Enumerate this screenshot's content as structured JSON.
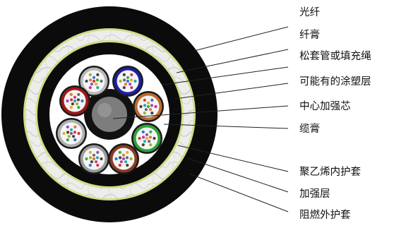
{
  "diagram": {
    "labels": [
      {
        "id": "fiber",
        "text": "光纤"
      },
      {
        "id": "fiber-gel",
        "text": "纤膏"
      },
      {
        "id": "loose-tube",
        "text": "松套管或填充绳"
      },
      {
        "id": "possible-coating",
        "text": "可能有的涂塑层"
      },
      {
        "id": "central-strength",
        "text": "中心加强芯"
      },
      {
        "id": "cable-gel",
        "text": "缆膏"
      },
      {
        "id": "inner-sheath",
        "text": "聚乙烯内护套"
      },
      {
        "id": "strength-layer",
        "text": "加强层"
      },
      {
        "id": "outer-sheath",
        "text": "阻燃外护套"
      }
    ],
    "colors": {
      "sheath": "#0b0b0b",
      "armor": "#ececea",
      "armor_edge": "#d4dc8a",
      "central": "#7d7d7d",
      "tube_rings": [
        "#b8b8b8",
        "#1f1fa8",
        "#c06a2a",
        "#2ea23a",
        "#8a3b22",
        "#9a9a9a",
        "#b0b0b0",
        "#a01818"
      ]
    }
  }
}
